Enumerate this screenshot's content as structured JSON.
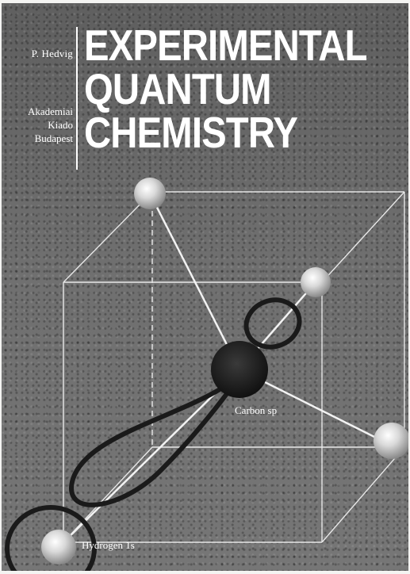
{
  "cover": {
    "author": "P. Hedvig",
    "publisher_lines": [
      "Akademiai",
      "Kiado",
      "Budapest"
    ],
    "title_lines": [
      "EXPERIMENTAL",
      "QUANTUM",
      "CHEMISTRY"
    ],
    "labels": {
      "carbon": "Carbon sp",
      "hydrogen": "Hydrogen 1s"
    }
  },
  "colors": {
    "background": "#6e6e6e",
    "text": "#ffffff"
  }
}
